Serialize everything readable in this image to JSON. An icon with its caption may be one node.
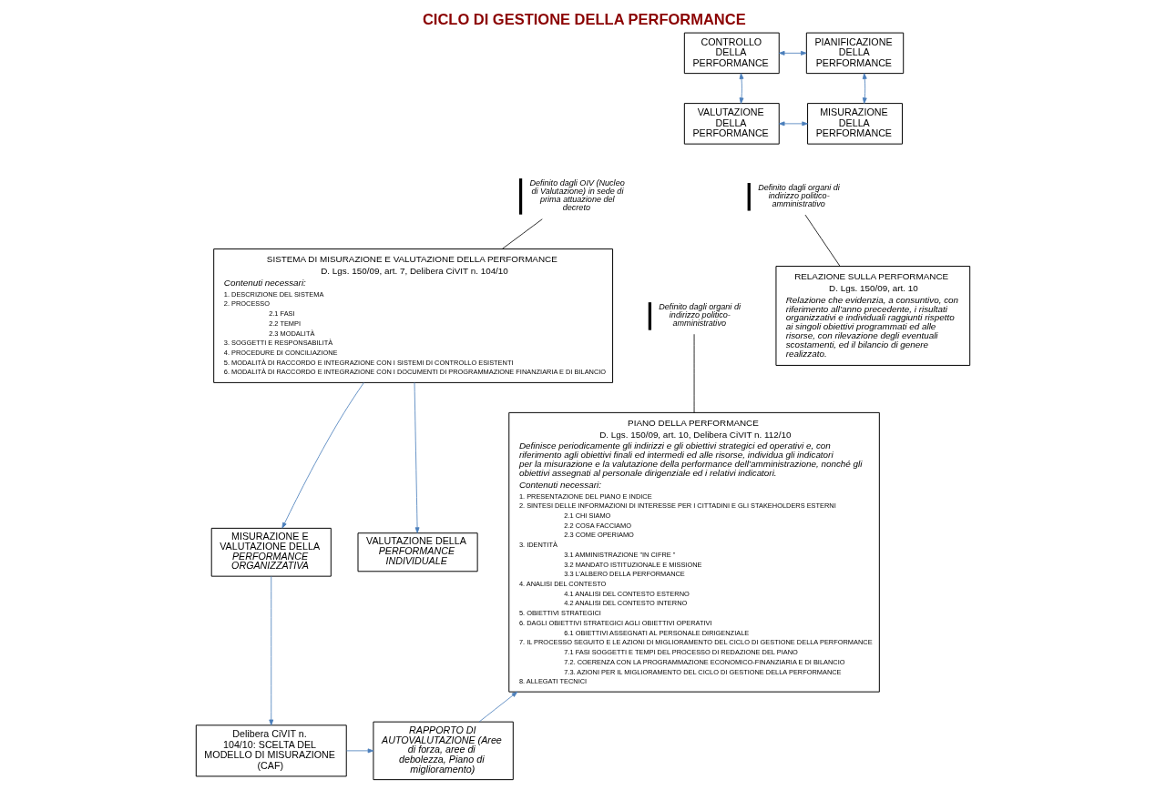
{
  "diagram": {
    "title": "CICLO DI GESTIONE DELLA PERFORMANCE",
    "nodes": [
      {
        "text": [
          "CONTROLLO DELLA PERFORMANCE"
        ]
      },
      {
        "text": [
          "PIANIFICAZIONE DELLA PERFORMANCE"
        ]
      },
      {
        "text": [
          "VALUTAZIONE DELLA PERFORMANCE"
        ]
      },
      {
        "text": [
          "MISURAZIONE DELLA PERFORMANCE"
        ]
      },
      {
        "text": [
          "Definito dagli OIV (Nucleo di Valutazione) in sede di prima attuazione del decreto"
        ]
      },
      {
        "text": [
          "SISTEMA DI MISURAZIONE E VALUTAZIONE DELLA PERFORMANCE",
          "D. Lgs. 150/09, art. 7, Delibera CiVIT n. 104/10",
          "Contenuti necessari:",
          "1. DESCRIZIONE DEL SISTEMA",
          "2. PROCESSO",
          "2.1 FASI",
          "2.2 TEMPI",
          "2.3 MODALITÀ",
          "3. SOGGETTI E RESPONSABILITÀ",
          "4. PROCEDURE DI CONCILIAZIONE",
          "5. MODALITÀ DI RACCORDO E INTEGRAZIONE CON I SISTEMI DI CONTROLLO ESISTENTI",
          "6. MODALITÀ DI RACCORDO E INTEGRAZIONE CON I DOCUMENTI DI PROGRAMMAZIONE FINANZIARIA E DI BILANCIO"
        ]
      },
      {
        "text": [
          "PIANO DELLA PERFORMANCE",
          "D. Lgs. 150/09, art. 10, Delibera CiVIT n. 112/10",
          "Definisce periodicamente gli indirizzi e gli obiettivi strategici ed operativi e, con riferimento agli obiettivi finali ed intermedi ed alle risorse, individua gli indicatori per la misurazione e la valutazione della performance dell’amministrazione, nonché gli obiettivi assegnati al personale dirigenziale ed i relativi indicatori.",
          "Contenuti necessari:",
          "1. PRESENTAZIONE DEL PIANO E INDICE",
          "2. SINTESI DELLE INFORMAZIONI DI INTERESSE PER I CITTADINI E GLI STAKEHOLDERS ESTERNI",
          "2.1 CHI SIAMO",
          "2.2 COSA FACCIAMO",
          "2.3 COME OPERIAMO",
          "3. IDENTITÀ",
          "3.1 AMMINISTRAZIONE \"IN CIFRE \"",
          "3.2 MANDATO ISTITUZIONALE E MISSIONE",
          "3.3 L’ALBERO DELLA PERFORMANCE",
          "4. ANALISI DEL CONTESTO",
          "4.1 ANALISI DEL CONTESTO ESTERNO",
          "4.2 ANALISI DEL CONTESTO INTERNO",
          "5. OBIETTIVI STRATEGICI",
          "6. DAGLI OBIETTIVI STRATEGICI AGLI OBIETTIVI OPERATIVI",
          "6.1 OBIETTIVI ASSEGNATI AL PERSONALE DIRIGENZIALE",
          "7. IL PROCESSO SEGUITO E LE AZIONI DI MIGLIORAMENTO DEL CICLO DI GESTIONE DELLA PERFORMANCE",
          "7.1 FASI SOGGETTI E TEMPI DEL PROCESSO DI REDAZIONE DEL PIANO",
          "7.2. COERENZA CON LA PROGRAMMAZIONE ECONOMICO-FINANZIARIA E DI BILANCIO",
          "7.3. AZIONI PER IL MIGLIORAMENTO DEL CICLO DI GESTIONE DELLA PERFORMANCE",
          "8. ALLEGATI TECNICI"
        ]
      },
      {
        "text": [
          "Definito dagli organi di indirizzo politico-amministrativo"
        ]
      },
      {
        "text": [
          "RELAZIONE SULLA PERFORMANCE",
          "D. Lgs. 150/09, art. 10",
          "Relazione che evidenzia, a consuntivo, con riferimento all’anno precedente, i risultati organizzativi e individuali raggiunti rispetto ai singoli obiettivi programmati ed alle risorse, con rilevazione degli eventuali scostamenti, ed il bilancio di genere realizzato."
        ]
      },
      {
        "text": [
          "Definito dagli organi di indirizzo politico-amministrativo"
        ]
      },
      {
        "text": [
          "MISURAZIONE E VALUTAZIONE DELLA *PERFORMANCE ORGANIZZATIVA*"
        ]
      },
      {
        "text": [
          "VALUTAZIONE DELLA *PERFORMANCE INDIVIDUALE*"
        ]
      },
      {
        "text": [
          "Delibera CiVIT n. 104/10: SCELTA DEL MODELLO DI MISURAZIONE (CAF)"
        ]
      },
      {
        "text": [
          "RAPPORTO DI AUTOVALUTAZIONE (Aree di forza, aree di debolezza, Piano di miglioramento)"
        ]
      }
    ],
    "edges": [
      {
        "from": 0,
        "to": 1,
        "arrow": "both"
      },
      {
        "from": 1,
        "to": 3,
        "arrow": "both"
      },
      {
        "from": 3,
        "to": 2,
        "arrow": "both"
      },
      {
        "from": 2,
        "to": 0,
        "arrow": "both"
      },
      {
        "from": 4,
        "to": 5,
        "arrow": "none",
        "color": "#000000"
      },
      {
        "from": 7,
        "to": 8,
        "arrow": "none",
        "color": "#000000"
      },
      {
        "from": 9,
        "to": 6,
        "arrow": "none",
        "color": "#000000"
      },
      {
        "from": 5,
        "to": 10,
        "arrow": "to"
      },
      {
        "from": 5,
        "to": 11,
        "arrow": "to"
      },
      {
        "from": 10,
        "to": 12,
        "arrow": "to"
      },
      {
        "from": 12,
        "to": 13,
        "arrow": "to"
      },
      {
        "from": 13,
        "to": 6,
        "arrow": "to"
      }
    ]
  }
}
